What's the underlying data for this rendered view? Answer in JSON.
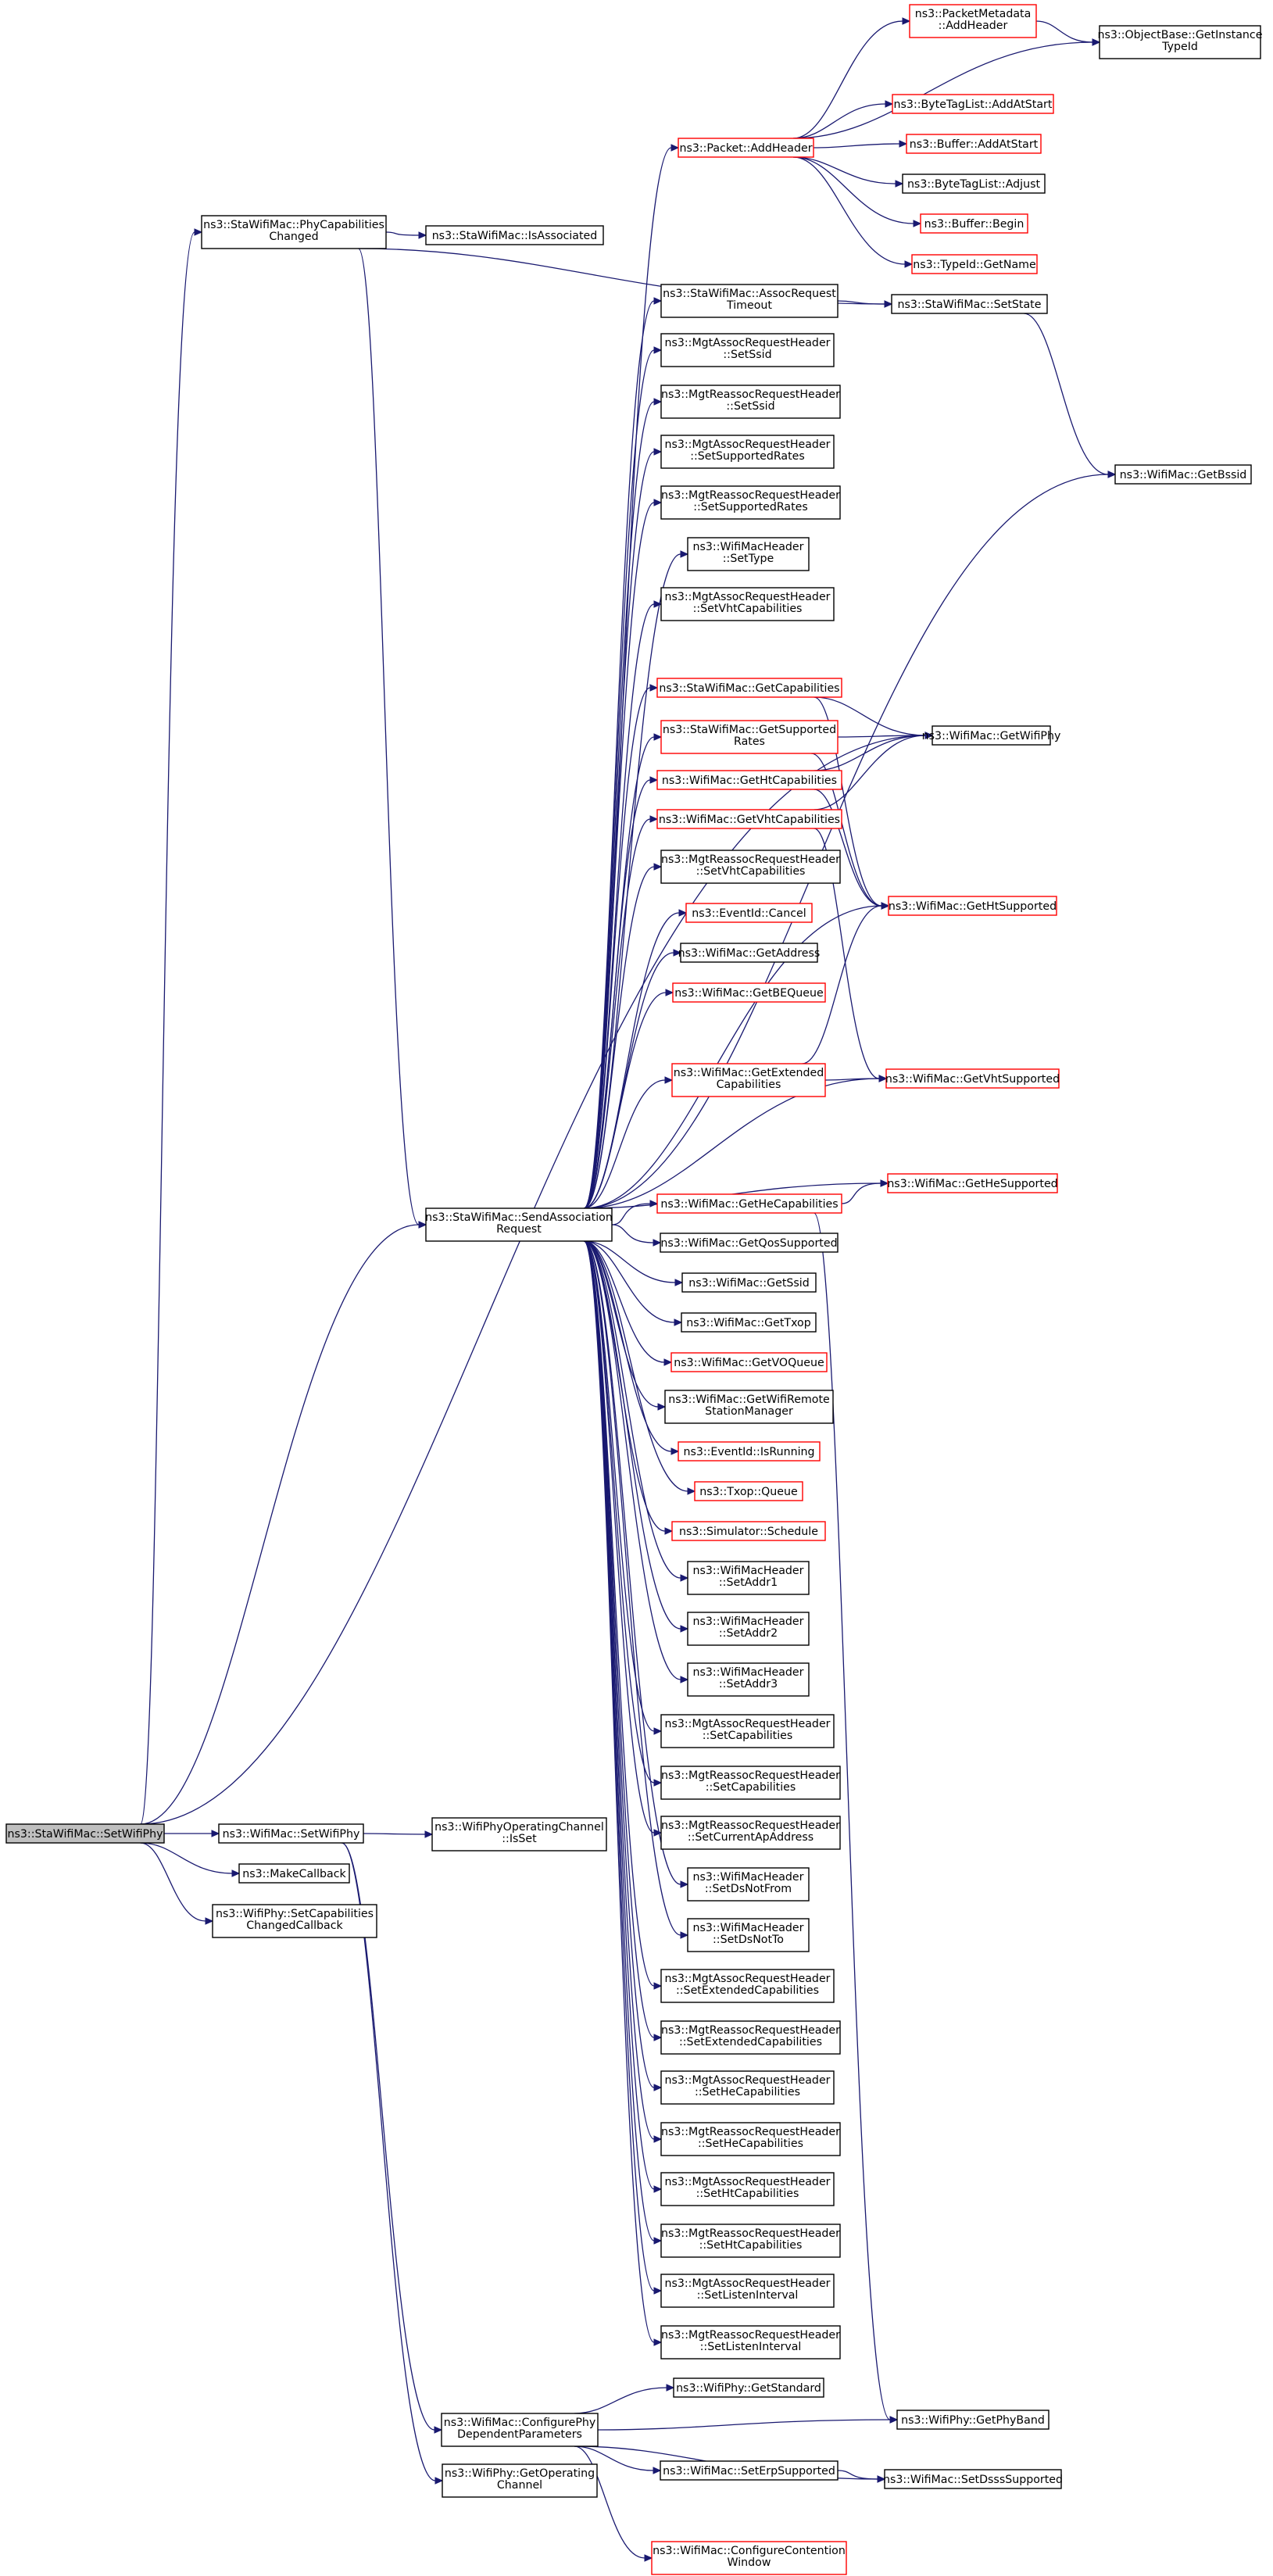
{
  "colors": {
    "edge": "#191970",
    "documented_border": "#000000",
    "undocumented_border": "#ff0000",
    "root_fill": "#bfbfbf",
    "node_fill": "#ffffff"
  },
  "nodes": [
    {
      "id": "setwifiphy",
      "lines": [
        "ns3::StaWifiMac::SetWifiPhy"
      ],
      "style": "root"
    },
    {
      "id": "phycap",
      "lines": [
        "ns3::StaWifiMac::PhyCapabilities",
        "Changed"
      ],
      "style": "black"
    },
    {
      "id": "isassociated",
      "lines": [
        "ns3::StaWifiMac::IsAssociated"
      ],
      "style": "black"
    },
    {
      "id": "pktmeta",
      "lines": [
        "ns3::PacketMetadata",
        "::AddHeader"
      ],
      "style": "red"
    },
    {
      "id": "objbase",
      "lines": [
        "ns3::ObjectBase::GetInstance",
        "TypeId"
      ],
      "style": "black"
    },
    {
      "id": "btl_addatstart",
      "lines": [
        "ns3::ByteTagList::AddAtStart"
      ],
      "style": "red"
    },
    {
      "id": "pkt_addheader",
      "lines": [
        "ns3::Packet::AddHeader"
      ],
      "style": "red"
    },
    {
      "id": "buf_addatstart",
      "lines": [
        "ns3::Buffer::AddAtStart"
      ],
      "style": "red"
    },
    {
      "id": "btl_adjust",
      "lines": [
        "ns3::ByteTagList::Adjust"
      ],
      "style": "black"
    },
    {
      "id": "buf_begin",
      "lines": [
        "ns3::Buffer::Begin"
      ],
      "style": "red"
    },
    {
      "id": "typeid_getname",
      "lines": [
        "ns3::TypeId::GetName"
      ],
      "style": "red"
    },
    {
      "id": "assocreqtimeout",
      "lines": [
        "ns3::StaWifiMac::AssocRequest",
        "Timeout"
      ],
      "style": "black"
    },
    {
      "id": "setstate",
      "lines": [
        "ns3::StaWifiMac::SetState"
      ],
      "style": "black"
    },
    {
      "id": "mgtassoc_setssid",
      "lines": [
        "ns3::MgtAssocRequestHeader",
        "::SetSsid"
      ],
      "style": "black"
    },
    {
      "id": "mgtreassoc_setssid",
      "lines": [
        "ns3::MgtReassocRequestHeader",
        "::SetSsid"
      ],
      "style": "black"
    },
    {
      "id": "getbssid",
      "lines": [
        "ns3::WifiMac::GetBssid"
      ],
      "style": "black"
    },
    {
      "id": "mgtassoc_setsuprates",
      "lines": [
        "ns3::MgtAssocRequestHeader",
        "::SetSupportedRates"
      ],
      "style": "black"
    },
    {
      "id": "mgtreassoc_setsuprates",
      "lines": [
        "ns3::MgtReassocRequestHeader",
        "::SetSupportedRates"
      ],
      "style": "black"
    },
    {
      "id": "wifimachdr_settype",
      "lines": [
        "ns3::WifiMacHeader",
        "::SetType"
      ],
      "style": "black"
    },
    {
      "id": "mgtassoc_setvht",
      "lines": [
        "ns3::MgtAssocRequestHeader",
        "::SetVhtCapabilities"
      ],
      "style": "black"
    },
    {
      "id": "getcapabilities",
      "lines": [
        "ns3::StaWifiMac::GetCapabilities"
      ],
      "style": "red"
    },
    {
      "id": "getsuprates",
      "lines": [
        "ns3::StaWifiMac::GetSupported",
        "Rates"
      ],
      "style": "red"
    },
    {
      "id": "getwifiphy",
      "lines": [
        "ns3::WifiMac::GetWifiPhy"
      ],
      "style": "black"
    },
    {
      "id": "gethtcap",
      "lines": [
        "ns3::WifiMac::GetHtCapabilities"
      ],
      "style": "red"
    },
    {
      "id": "getvhtcap",
      "lines": [
        "ns3::WifiMac::GetVhtCapabilities"
      ],
      "style": "red"
    },
    {
      "id": "mgtreassoc_setvht",
      "lines": [
        "ns3::MgtReassocRequestHeader",
        "::SetVhtCapabilities"
      ],
      "style": "black"
    },
    {
      "id": "gethtsupported",
      "lines": [
        "ns3::WifiMac::GetHtSupported"
      ],
      "style": "red"
    },
    {
      "id": "eventid_cancel",
      "lines": [
        "ns3::EventId::Cancel"
      ],
      "style": "red"
    },
    {
      "id": "getaddress",
      "lines": [
        "ns3::WifiMac::GetAddress"
      ],
      "style": "black"
    },
    {
      "id": "getbequeue",
      "lines": [
        "ns3::WifiMac::GetBEQueue"
      ],
      "style": "red"
    },
    {
      "id": "getextcap",
      "lines": [
        "ns3::WifiMac::GetExtended",
        "Capabilities"
      ],
      "style": "red"
    },
    {
      "id": "getvhtsupported",
      "lines": [
        "ns3::WifiMac::GetVhtSupported"
      ],
      "style": "red"
    },
    {
      "id": "gethesupported",
      "lines": [
        "ns3::WifiMac::GetHeSupported"
      ],
      "style": "red"
    },
    {
      "id": "sendassoc",
      "lines": [
        "ns3::StaWifiMac::SendAssociation",
        "Request"
      ],
      "style": "black"
    },
    {
      "id": "gethecap",
      "lines": [
        "ns3::WifiMac::GetHeCapabilities"
      ],
      "style": "red"
    },
    {
      "id": "getqossupported",
      "lines": [
        "ns3::WifiMac::GetQosSupported"
      ],
      "style": "black"
    },
    {
      "id": "getssid",
      "lines": [
        "ns3::WifiMac::GetSsid"
      ],
      "style": "black"
    },
    {
      "id": "gettxop",
      "lines": [
        "ns3::WifiMac::GetTxop"
      ],
      "style": "black"
    },
    {
      "id": "getvoqueue",
      "lines": [
        "ns3::WifiMac::GetVOQueue"
      ],
      "style": "red"
    },
    {
      "id": "getwifiremote",
      "lines": [
        "ns3::WifiMac::GetWifiRemote",
        "StationManager"
      ],
      "style": "black"
    },
    {
      "id": "eventid_isrunning",
      "lines": [
        "ns3::EventId::IsRunning"
      ],
      "style": "red"
    },
    {
      "id": "txop_queue",
      "lines": [
        "ns3::Txop::Queue"
      ],
      "style": "red"
    },
    {
      "id": "sim_schedule",
      "lines": [
        "ns3::Simulator::Schedule"
      ],
      "style": "red"
    },
    {
      "id": "hdr_setaddr1",
      "lines": [
        "ns3::WifiMacHeader",
        "::SetAddr1"
      ],
      "style": "black"
    },
    {
      "id": "hdr_setaddr2",
      "lines": [
        "ns3::WifiMacHeader",
        "::SetAddr2"
      ],
      "style": "black"
    },
    {
      "id": "hdr_setaddr3",
      "lines": [
        "ns3::WifiMacHeader",
        "::SetAddr3"
      ],
      "style": "black"
    },
    {
      "id": "mgtassoc_setcap",
      "lines": [
        "ns3::MgtAssocRequestHeader",
        "::SetCapabilities"
      ],
      "style": "black"
    },
    {
      "id": "mgtreassoc_setcap",
      "lines": [
        "ns3::MgtReassocRequestHeader",
        "::SetCapabilities"
      ],
      "style": "black"
    },
    {
      "id": "wifimac_setwifiphy",
      "lines": [
        "ns3::WifiMac::SetWifiPhy"
      ],
      "style": "black"
    },
    {
      "id": "opchannel_isset",
      "lines": [
        "ns3::WifiPhyOperatingChannel",
        "::IsSet"
      ],
      "style": "black"
    },
    {
      "id": "mgtreassoc_setcurap",
      "lines": [
        "ns3::MgtReassocRequestHeader",
        "::SetCurrentApAddress"
      ],
      "style": "black"
    },
    {
      "id": "makecallback",
      "lines": [
        "ns3::MakeCallback"
      ],
      "style": "black"
    },
    {
      "id": "hdr_setdsnotfrom",
      "lines": [
        "ns3::WifiMacHeader",
        "::SetDsNotFrom"
      ],
      "style": "black"
    },
    {
      "id": "setcapchangedcb",
      "lines": [
        "ns3::WifiPhy::SetCapabilities",
        "ChangedCallback"
      ],
      "style": "black"
    },
    {
      "id": "hdr_setdsnotto",
      "lines": [
        "ns3::WifiMacHeader",
        "::SetDsNotTo"
      ],
      "style": "black"
    },
    {
      "id": "mgtassoc_setextcap",
      "lines": [
        "ns3::MgtAssocRequestHeader",
        "::SetExtendedCapabilities"
      ],
      "style": "black"
    },
    {
      "id": "mgtreassoc_setextcap",
      "lines": [
        "ns3::MgtReassocRequestHeader",
        "::SetExtendedCapabilities"
      ],
      "style": "black"
    },
    {
      "id": "mgtassoc_sethecap",
      "lines": [
        "ns3::MgtAssocRequestHeader",
        "::SetHeCapabilities"
      ],
      "style": "black"
    },
    {
      "id": "mgtreassoc_sethecap",
      "lines": [
        "ns3::MgtReassocRequestHeader",
        "::SetHeCapabilities"
      ],
      "style": "black"
    },
    {
      "id": "mgtassoc_sethtcap",
      "lines": [
        "ns3::MgtAssocRequestHeader",
        "::SetHtCapabilities"
      ],
      "style": "black"
    },
    {
      "id": "mgtreassoc_sethtcap",
      "lines": [
        "ns3::MgtReassocRequestHeader",
        "::SetHtCapabilities"
      ],
      "style": "black"
    },
    {
      "id": "mgtassoc_setlisten",
      "lines": [
        "ns3::MgtAssocRequestHeader",
        "::SetListenInterval"
      ],
      "style": "black"
    },
    {
      "id": "mgtreassoc_setlisten",
      "lines": [
        "ns3::MgtReassocRequestHeader",
        "::SetListenInterval"
      ],
      "style": "black"
    },
    {
      "id": "getstandard",
      "lines": [
        "ns3::WifiPhy::GetStandard"
      ],
      "style": "black"
    },
    {
      "id": "configphy",
      "lines": [
        "ns3::WifiMac::ConfigurePhy",
        "DependentParameters"
      ],
      "style": "black"
    },
    {
      "id": "getphyband",
      "lines": [
        "ns3::WifiPhy::GetPhyBand"
      ],
      "style": "black"
    },
    {
      "id": "seterpsupported",
      "lines": [
        "ns3::WifiMac::SetErpSupported"
      ],
      "style": "black"
    },
    {
      "id": "setdsss",
      "lines": [
        "ns3::WifiMac::SetDsssSupported"
      ],
      "style": "black"
    },
    {
      "id": "getopchannel",
      "lines": [
        "ns3::WifiPhy::GetOperating",
        "Channel"
      ],
      "style": "black"
    },
    {
      "id": "configcontention",
      "lines": [
        "ns3::WifiMac::ConfigureContention",
        "Window"
      ],
      "style": "red"
    }
  ],
  "edges": [
    [
      "setwifiphy",
      "phycap"
    ],
    [
      "setwifiphy",
      "sendassoc"
    ],
    [
      "setwifiphy",
      "wifimac_setwifiphy"
    ],
    [
      "setwifiphy",
      "makecallback"
    ],
    [
      "setwifiphy",
      "setcapchangedcb"
    ],
    [
      "phycap",
      "isassociated"
    ],
    [
      "phycap",
      "setstate"
    ],
    [
      "phycap",
      "sendassoc"
    ],
    [
      "pktmeta",
      "objbase"
    ],
    [
      "pkt_addheader",
      "pktmeta"
    ],
    [
      "pkt_addheader",
      "objbase"
    ],
    [
      "pkt_addheader",
      "btl_addatstart"
    ],
    [
      "pkt_addheader",
      "buf_addatstart"
    ],
    [
      "pkt_addheader",
      "btl_adjust"
    ],
    [
      "pkt_addheader",
      "buf_begin"
    ],
    [
      "pkt_addheader",
      "typeid_getname"
    ],
    [
      "assocreqtimeout",
      "setstate"
    ],
    [
      "setstate",
      "getbssid"
    ],
    [
      "getcapabilities",
      "getwifiphy"
    ],
    [
      "getcapabilities",
      "gethtsupported"
    ],
    [
      "getsuprates",
      "getwifiphy"
    ],
    [
      "getsuprates",
      "gethtsupported"
    ],
    [
      "gethtcap",
      "getwifiphy"
    ],
    [
      "gethtcap",
      "gethtsupported"
    ],
    [
      "getvhtcap",
      "getwifiphy"
    ],
    [
      "getvhtcap",
      "getvhtsupported"
    ],
    [
      "getextcap",
      "gethtsupported"
    ],
    [
      "getextcap",
      "getvhtsupported"
    ],
    [
      "gethecap",
      "gethesupported"
    ],
    [
      "gethecap",
      "getphyband"
    ],
    [
      "sendassoc",
      "pkt_addheader"
    ],
    [
      "sendassoc",
      "assocreqtimeout"
    ],
    [
      "sendassoc",
      "mgtassoc_setssid"
    ],
    [
      "sendassoc",
      "mgtreassoc_setssid"
    ],
    [
      "sendassoc",
      "getbssid"
    ],
    [
      "sendassoc",
      "mgtassoc_setsuprates"
    ],
    [
      "sendassoc",
      "mgtreassoc_setsuprates"
    ],
    [
      "sendassoc",
      "wifimachdr_settype"
    ],
    [
      "sendassoc",
      "mgtassoc_setvht"
    ],
    [
      "sendassoc",
      "getcapabilities"
    ],
    [
      "sendassoc",
      "getsuprates"
    ],
    [
      "sendassoc",
      "gethtcap"
    ],
    [
      "sendassoc",
      "getvhtcap"
    ],
    [
      "sendassoc",
      "mgtreassoc_setvht"
    ],
    [
      "sendassoc",
      "eventid_cancel"
    ],
    [
      "sendassoc",
      "getaddress"
    ],
    [
      "sendassoc",
      "getbequeue"
    ],
    [
      "sendassoc",
      "gethtsupported"
    ],
    [
      "sendassoc",
      "getextcap"
    ],
    [
      "sendassoc",
      "getvhtsupported"
    ],
    [
      "sendassoc",
      "gethesupported"
    ],
    [
      "sendassoc",
      "gethecap"
    ],
    [
      "sendassoc",
      "getqossupported"
    ],
    [
      "sendassoc",
      "getssid"
    ],
    [
      "sendassoc",
      "gettxop"
    ],
    [
      "sendassoc",
      "getvoqueue"
    ],
    [
      "sendassoc",
      "getwifiremote"
    ],
    [
      "sendassoc",
      "eventid_isrunning"
    ],
    [
      "sendassoc",
      "txop_queue"
    ],
    [
      "sendassoc",
      "sim_schedule"
    ],
    [
      "sendassoc",
      "hdr_setaddr1"
    ],
    [
      "sendassoc",
      "hdr_setaddr2"
    ],
    [
      "sendassoc",
      "hdr_setaddr3"
    ],
    [
      "sendassoc",
      "mgtassoc_setcap"
    ],
    [
      "sendassoc",
      "mgtreassoc_setcap"
    ],
    [
      "sendassoc",
      "mgtreassoc_setcurap"
    ],
    [
      "sendassoc",
      "hdr_setdsnotfrom"
    ],
    [
      "sendassoc",
      "hdr_setdsnotto"
    ],
    [
      "sendassoc",
      "mgtassoc_setextcap"
    ],
    [
      "sendassoc",
      "mgtreassoc_setextcap"
    ],
    [
      "sendassoc",
      "mgtassoc_sethecap"
    ],
    [
      "sendassoc",
      "mgtreassoc_sethecap"
    ],
    [
      "sendassoc",
      "mgtassoc_sethtcap"
    ],
    [
      "sendassoc",
      "mgtreassoc_sethtcap"
    ],
    [
      "sendassoc",
      "mgtassoc_setlisten"
    ],
    [
      "sendassoc",
      "mgtreassoc_setlisten"
    ],
    [
      "setwifiphy",
      "getwifiphy"
    ],
    [
      "wifimac_setwifiphy",
      "opchannel_isset"
    ],
    [
      "wifimac_setwifiphy",
      "configphy"
    ],
    [
      "wifimac_setwifiphy",
      "getopchannel"
    ],
    [
      "configphy",
      "getstandard"
    ],
    [
      "configphy",
      "getphyband"
    ],
    [
      "configphy",
      "seterpsupported"
    ],
    [
      "configphy",
      "setdsss"
    ],
    [
      "configphy",
      "configcontention"
    ],
    [
      "seterpsupported",
      "setdsss"
    ]
  ]
}
